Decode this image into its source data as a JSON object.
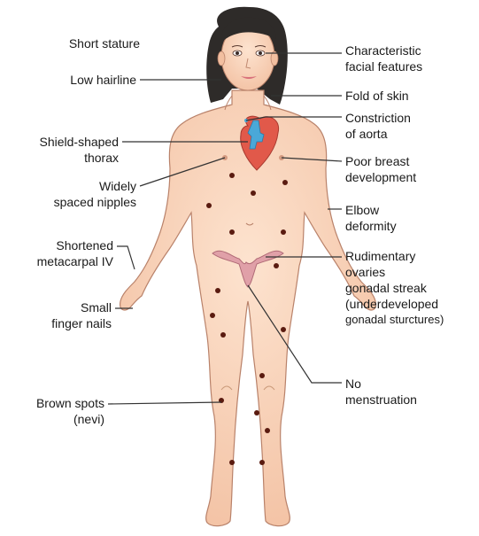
{
  "labels_left": {
    "short_stature": [
      "Short stature"
    ],
    "low_hairline": [
      "Low hairline"
    ],
    "shield_thorax": [
      "Shield-shaped",
      "thorax"
    ],
    "nipples": [
      "Widely",
      "spaced nipples"
    ],
    "metacarpal": [
      "Shortened",
      "metacarpal IV"
    ],
    "finger_nails": [
      "Small",
      "finger nails"
    ],
    "brown_spots": [
      "Brown spots",
      "(nevi)"
    ]
  },
  "labels_right": {
    "facial": [
      "Characteristic",
      "facial features"
    ],
    "fold_skin": [
      "Fold of skin"
    ],
    "aorta": [
      "Constriction",
      "of aorta"
    ],
    "breast": [
      "Poor breast",
      "development"
    ],
    "elbow": [
      "Elbow",
      "deformity"
    ],
    "ovaries": [
      "Rudimentary",
      "ovaries",
      "gonadal streak",
      "(underdeveloped",
      "gonadal sturctures)"
    ],
    "menstruation": [
      "No",
      "menstruation"
    ]
  },
  "colors": {
    "skin": "#f8d2b5",
    "skin_outline": "#b9826a",
    "hair": "#2e2b29",
    "heart": "#e1594a",
    "aorta": "#4aa8d8",
    "nevi": "#5a1b10",
    "ovaries": "#e0a0a8",
    "leader": "#333333"
  }
}
